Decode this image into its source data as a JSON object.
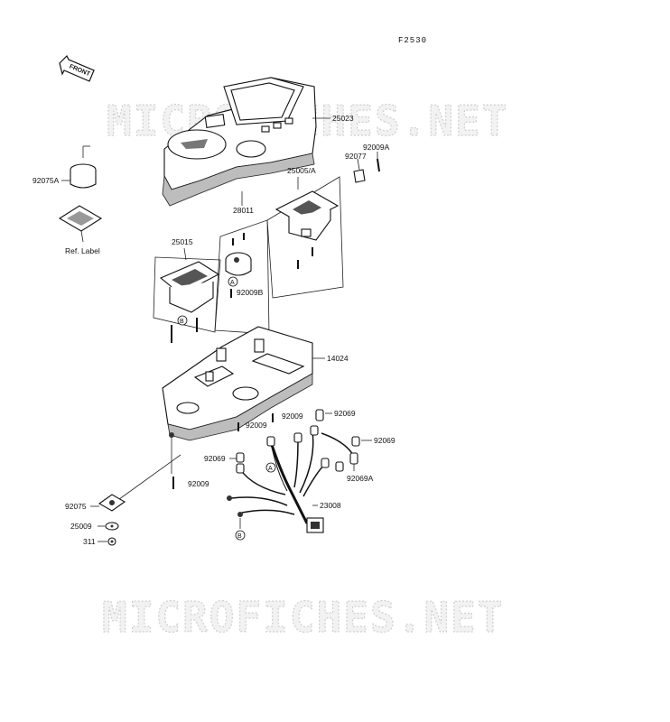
{
  "figure_code": "F2530",
  "front_label": "FRONT",
  "watermark": "MICROFICHES.NET",
  "callouts": {
    "meter_cover": "25023",
    "screw_a": "92009A",
    "bolt_92077": "92077",
    "meter_assembly": "25005/A",
    "tachometer": "28011",
    "speedometer": "25015",
    "screw_b": "92009B",
    "case": "14024",
    "screw_1": "92009",
    "screw_2": "92009",
    "screw_3": "92009",
    "socket_1": "92069",
    "socket_2": "92069",
    "socket_3": "92069",
    "socket_a": "92069A",
    "harness": "23008",
    "damper_a": "92075A",
    "ref_label": "Ref. Label",
    "damper": "92075",
    "washer": "25009",
    "nut": "311"
  },
  "circle_marks": {
    "a1": "A",
    "a2": "A",
    "b1": "B",
    "b2": "B"
  }
}
